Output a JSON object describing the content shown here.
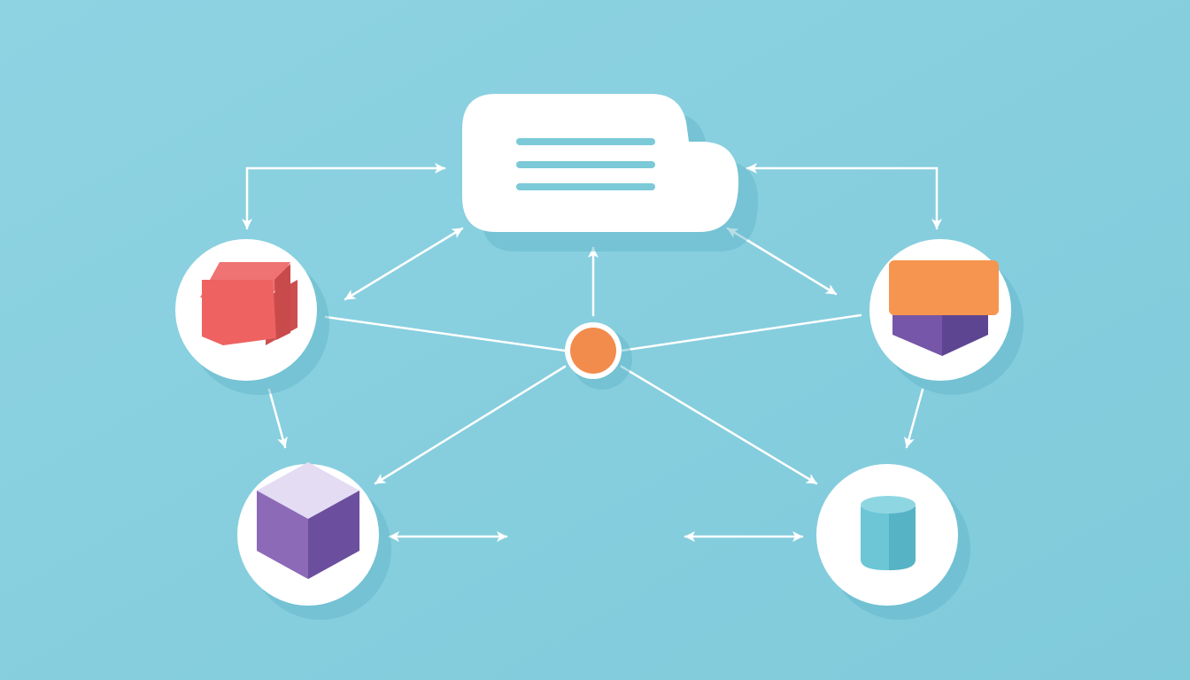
{
  "colors": {
    "background_top": "#8ed3e2",
    "background_bottom": "#7fcadb",
    "card": "#ffffff",
    "shadow": "#5fb3c7",
    "connector": "#ffffff",
    "hub": "#f28c4c",
    "hub_ring": "#ffffff",
    "menu_lines": "#7cc9d8"
  },
  "nodes": [
    {
      "id": "cloud-document",
      "icon": "document-lines-icon"
    },
    {
      "id": "red-box",
      "icon": "red-box-icon",
      "color": "#ef6262"
    },
    {
      "id": "orange-purple-badge",
      "icon": "orange-purple-badge-icon",
      "color_top": "#f6954f",
      "color_bottom": "#7656a8"
    },
    {
      "id": "purple-cube",
      "icon": "purple-cube-icon",
      "color": "#7e5bb0"
    },
    {
      "id": "teal-cylinder",
      "icon": "teal-cylinder-icon",
      "color": "#6cc6d6"
    },
    {
      "id": "central-hub",
      "icon": "hub-dot-icon"
    }
  ],
  "edges": [
    {
      "from": "red-box",
      "to": "cloud-document",
      "style": "elbow-bidirectional"
    },
    {
      "from": "cloud-document",
      "to": "orange-purple-badge",
      "style": "elbow-bidirectional"
    },
    {
      "from": "red-box",
      "to": "cloud-document",
      "style": "bidirectional"
    },
    {
      "from": "cloud-document",
      "to": "orange-purple-badge",
      "style": "bidirectional"
    },
    {
      "from": "central-hub",
      "to": "cloud-document",
      "style": "directed"
    },
    {
      "from": "red-box",
      "to": "central-hub",
      "style": "line"
    },
    {
      "from": "orange-purple-badge",
      "to": "central-hub",
      "style": "line"
    },
    {
      "from": "central-hub",
      "to": "purple-cube",
      "style": "directed"
    },
    {
      "from": "central-hub",
      "to": "teal-cylinder",
      "style": "directed"
    },
    {
      "from": "red-box",
      "to": "purple-cube",
      "style": "directed"
    },
    {
      "from": "orange-purple-badge",
      "to": "teal-cylinder",
      "style": "directed"
    },
    {
      "from": "purple-cube",
      "to": "open-right",
      "style": "bidirectional"
    },
    {
      "from": "open-left",
      "to": "teal-cylinder",
      "style": "bidirectional"
    }
  ]
}
